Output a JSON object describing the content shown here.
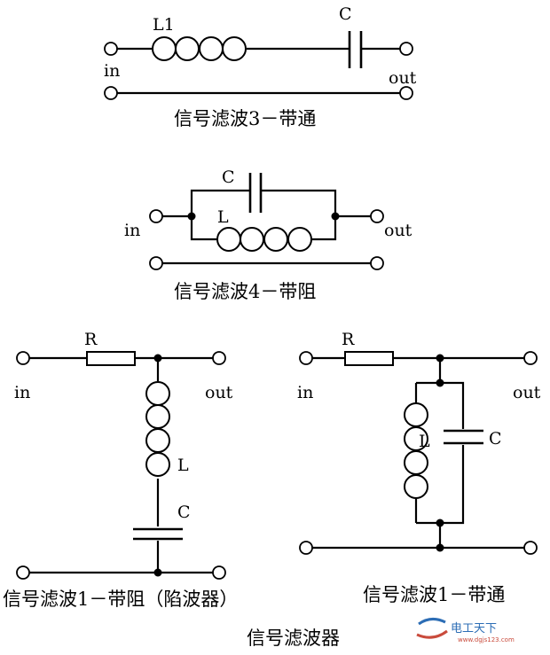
{
  "circuits": {
    "c1": {
      "l_label": "L1",
      "c_label": "C",
      "in": "in",
      "out": "out",
      "caption": "信号滤波3－带通"
    },
    "c2": {
      "c_label": "C",
      "l_label": "L",
      "in": "in",
      "out": "out",
      "caption": "信号滤波4－带阻"
    },
    "c3": {
      "r_label": "R",
      "l_label": "L",
      "c_label": "C",
      "in": "in",
      "out": "out",
      "caption": "信号滤波1－带阻（陷波器）"
    },
    "c4": {
      "r_label": "R",
      "l_label": "L",
      "c_label": "C",
      "in": "in",
      "out": "out",
      "caption": "信号滤波1－带通"
    }
  },
  "figure_title": "信号滤波器",
  "watermark": {
    "text": "电工天下",
    "url": "www.dgjs123.com",
    "color": "#2c6db5"
  }
}
